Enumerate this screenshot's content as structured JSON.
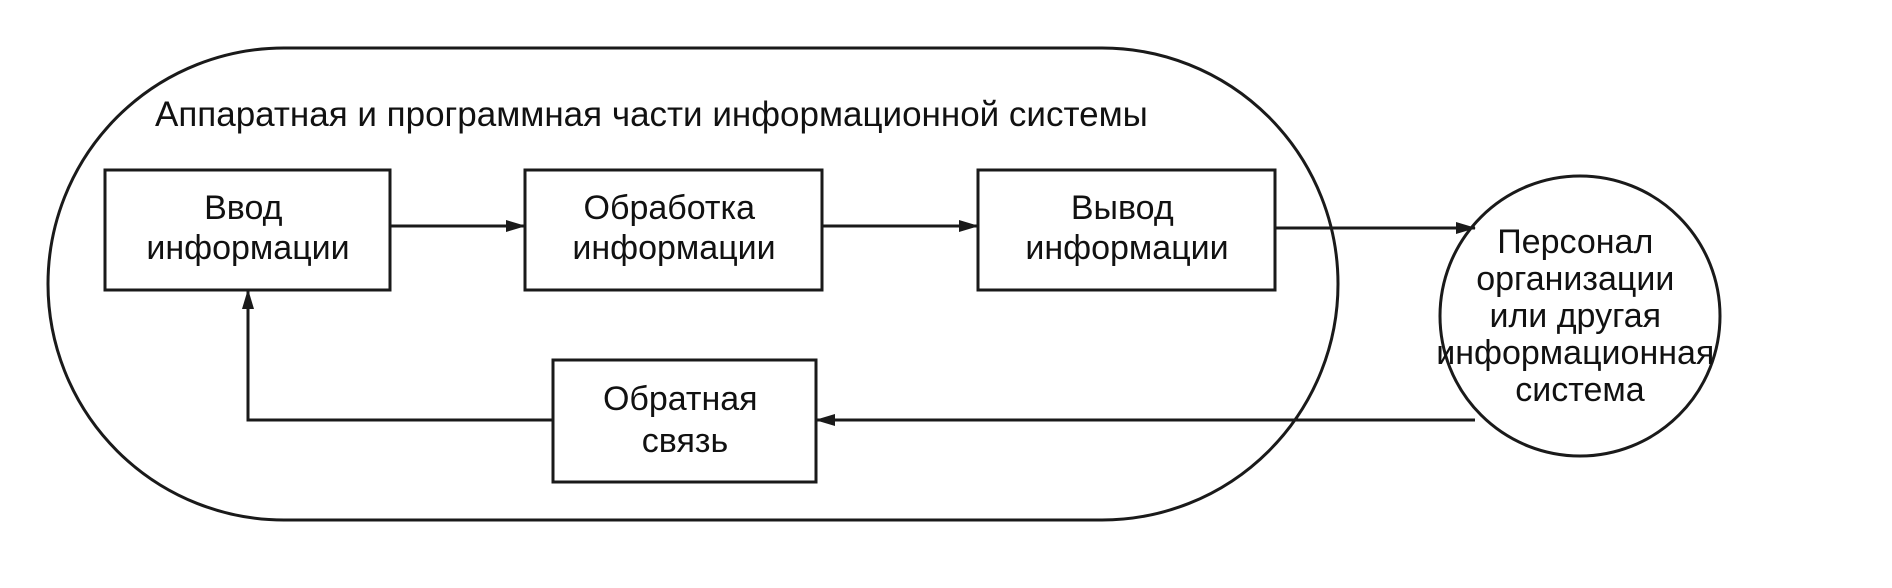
{
  "system": {
    "title": "Аппаратная и программная части  информационной системы"
  },
  "blocks": {
    "input": {
      "line1": "Ввод",
      "line2": "информации"
    },
    "processing": {
      "line1": "Обработка",
      "line2": "информации"
    },
    "output": {
      "line1": "Вывод",
      "line2": "информации"
    },
    "feedback": {
      "line1": "Обратная",
      "line2": "связь"
    }
  },
  "personnel": {
    "line1": "Персонал",
    "line2": "организации",
    "line3": "или другая",
    "line4": "информационная",
    "line5": "система"
  }
}
